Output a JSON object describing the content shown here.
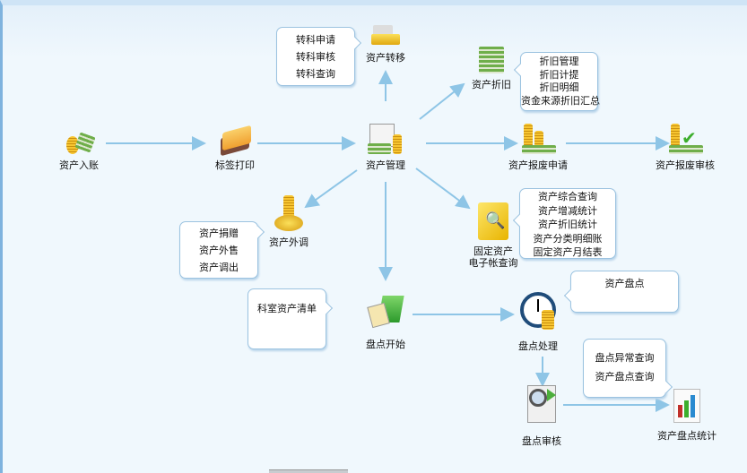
{
  "nodes": {
    "asset_entry": "资产入账",
    "label_print": "标签打印",
    "asset_mgmt": "资产管理",
    "asset_transfer": "资产转移",
    "asset_depreciation": "资产折旧",
    "scrap_apply": "资产报废申请",
    "scrap_review": "资产报废审核",
    "ledger_query_1": "固定资产",
    "ledger_query_2": "电子帐查询",
    "asset_outward": "资产外调",
    "inventory_start": "盘点开始",
    "inventory_process": "盘点处理",
    "inventory_review": "盘点审核",
    "inventory_stats": "资产盘点统计"
  },
  "callouts": {
    "transfer": [
      "转科申请",
      "转科审核",
      "转科查询"
    ],
    "depreciation": [
      "折旧管理",
      "折旧计提",
      "折旧明细",
      "资金来源折旧汇总"
    ],
    "query": [
      "资产综合查询",
      "资产增减统计",
      "资产折旧统计",
      "资产分类明细账",
      "固定资产月结表"
    ],
    "outward": [
      "资产捐赠",
      "资产外售",
      "资产调出"
    ],
    "dept_list": [
      "科室资产清单"
    ],
    "inventory": [
      "资产盘点"
    ],
    "inventory_query": [
      "盘点异常查询",
      "资产盘点查询"
    ]
  },
  "colors": {
    "arrow": "#8ec5e6",
    "background": "#eef6fc",
    "border": "#9cc3e0"
  }
}
